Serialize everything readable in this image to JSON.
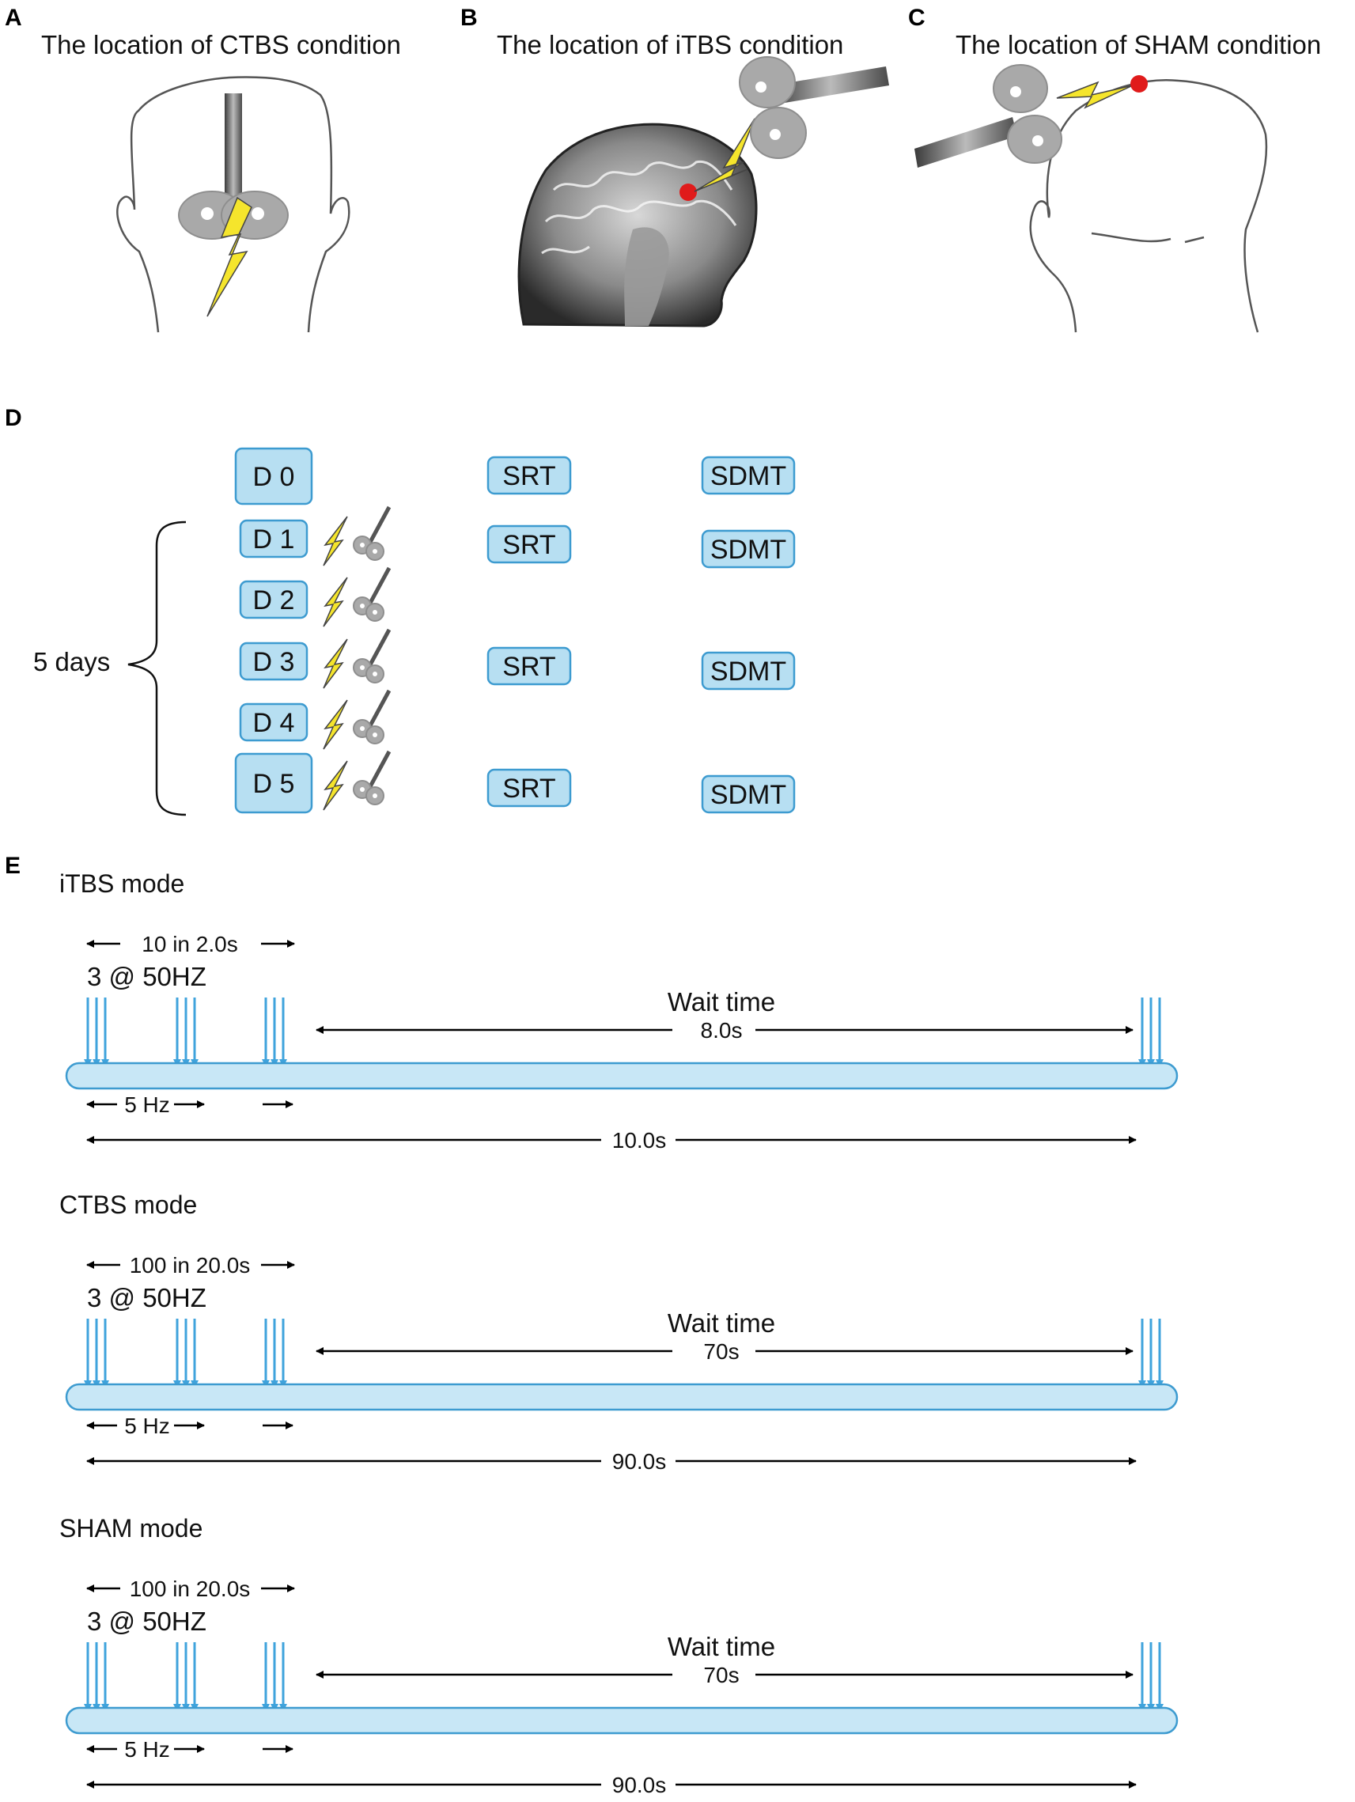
{
  "panels": {
    "a": {
      "letter": "A",
      "title": "The location of CTBS condition"
    },
    "b": {
      "letter": "B",
      "title": "The location of iTBS condition"
    },
    "c": {
      "letter": "C",
      "title": "The location of SHAM condition"
    },
    "d": {
      "letter": "D",
      "brace_label": "5 days",
      "days": [
        {
          "label": "D 0",
          "srt": "SRT",
          "sdmt": "SDMT",
          "stim": false
        },
        {
          "label": "D 1",
          "srt": "SRT",
          "sdmt": "SDMT",
          "stim": true
        },
        {
          "label": "D 2",
          "srt": "",
          "sdmt": "",
          "stim": true
        },
        {
          "label": "D 3",
          "srt": "SRT",
          "sdmt": "SDMT",
          "stim": true
        },
        {
          "label": "D 4",
          "srt": "",
          "sdmt": "",
          "stim": true
        },
        {
          "label": "D 5",
          "srt": "SRT",
          "sdmt": "SDMT",
          "stim": true
        }
      ]
    },
    "e": {
      "letter": "E",
      "modes": [
        {
          "name": "iTBS mode",
          "train": "10 in 2.0s",
          "burst": "3 @ 50HZ",
          "wait_label": "Wait time",
          "wait": "8.0s",
          "freq": "5 Hz",
          "total": "10.0s"
        },
        {
          "name": "CTBS mode",
          "train": "100 in 20.0s",
          "burst": "3 @ 50HZ",
          "wait_label": "Wait time",
          "wait": "70s",
          "freq": "5 Hz",
          "total": "90.0s"
        },
        {
          "name": "SHAM mode",
          "train": "100 in 20.0s",
          "burst": "3 @ 50HZ",
          "wait_label": "Wait time",
          "wait": "70s",
          "freq": "5 Hz",
          "total": "90.0s"
        }
      ]
    }
  },
  "colors": {
    "box_fill": "#b7dff2",
    "box_stroke": "#3d9bd0",
    "pulse": "#3fa3dc",
    "bolt": "#f5e52c",
    "target_dot": "#e01b1b"
  }
}
